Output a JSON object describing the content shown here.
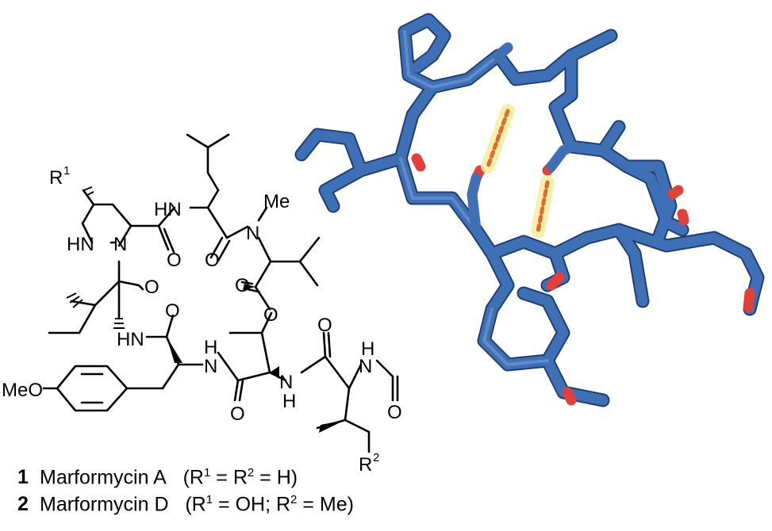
{
  "structure_labels": {
    "r1": "R",
    "r1_sup": "1",
    "r2": "R",
    "r2_sup": "2",
    "hn_top": "HN",
    "me": "Me",
    "n_methyl": "N",
    "hn_hydrazine": "HN",
    "n_hydrazine": "N",
    "o_1": "O",
    "o_2": "O",
    "o_3": "O",
    "o_ester": "O",
    "hn_left": "HN",
    "h_tyr": "H",
    "n_tyr": "N",
    "o_4": "O",
    "o_5": "O",
    "o_6": "O",
    "n_formyl": "N",
    "h_formyl": "H",
    "o_formyl": "O",
    "n_thr": "N",
    "h_thr": "H",
    "meo": "MeO"
  },
  "compounds": [
    {
      "number": "1",
      "name": "Marformycin A",
      "substituents": {
        "open": "(R",
        "s1": "1",
        "mid": " = R",
        "s2": "2",
        "close": " = H)"
      }
    },
    {
      "number": "2",
      "name": "Marformycin D",
      "substituents": {
        "open": "(R",
        "s1": "1",
        "mid": " = OH; R",
        "s2": "2",
        "close": " = Me)"
      }
    }
  ],
  "colors": {
    "carbon": "#3f6fb5",
    "carbon_dark": "#2b5596",
    "oxygen": "#e0413a",
    "hbond": "#e06a2a",
    "hbond_glow": "#f6ee9e",
    "ink": "#000000"
  }
}
